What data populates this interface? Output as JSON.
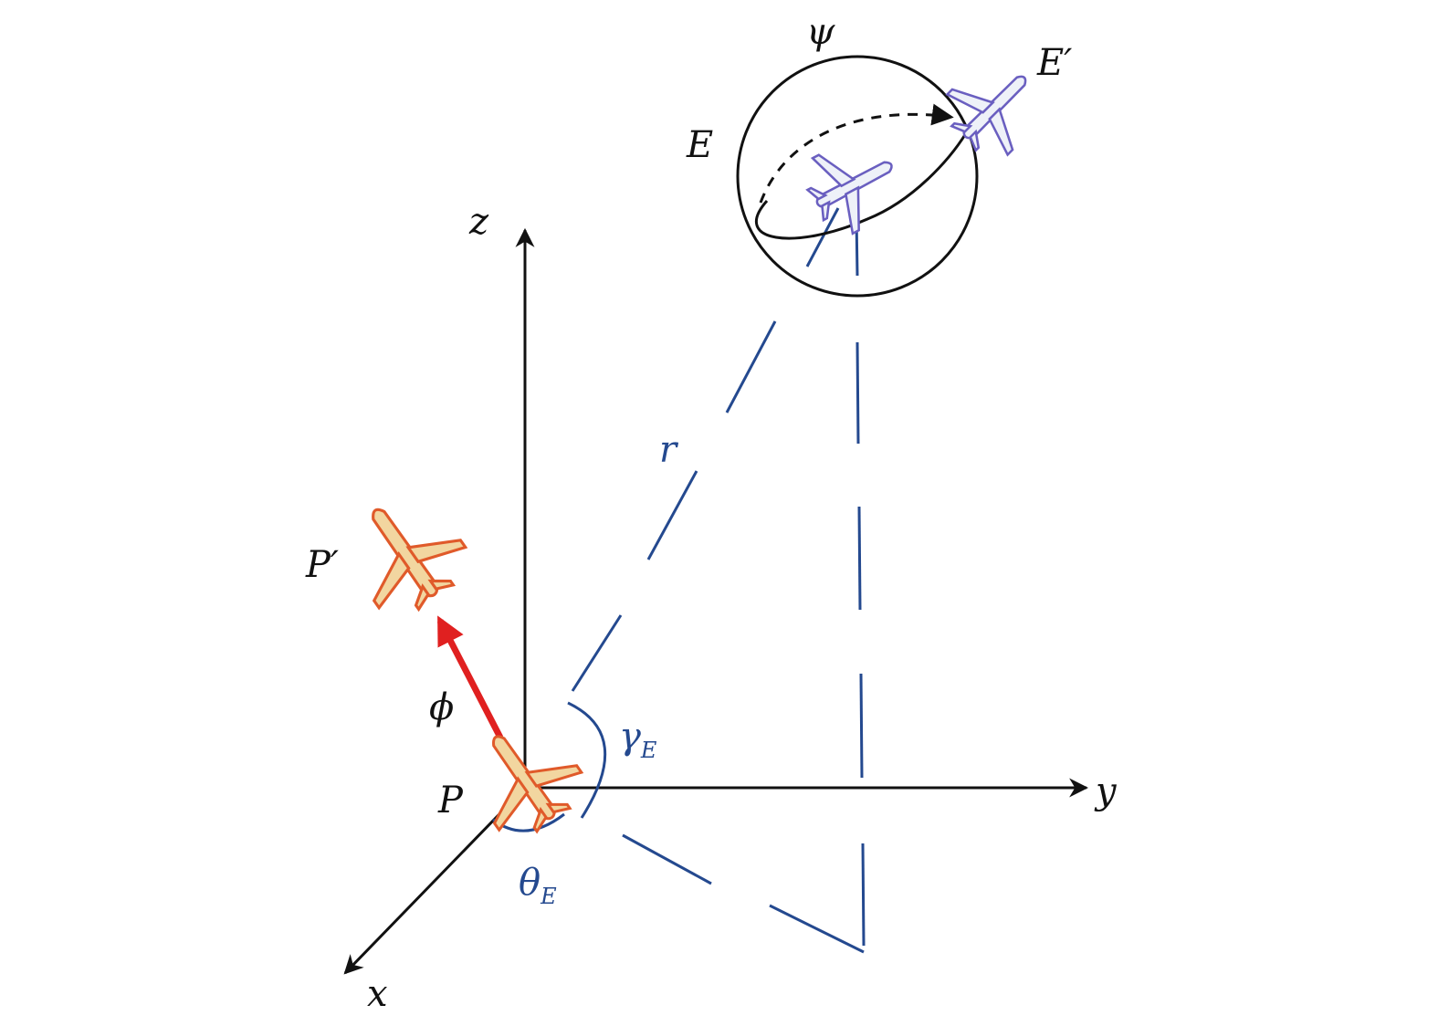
{
  "labels": {
    "z_axis": "z",
    "y_axis": "y",
    "x_axis": "x",
    "pursuer": "P",
    "pursuer_next": "P′",
    "evader": "E",
    "evader_next": "E′",
    "psi": "ψ",
    "phi": "ϕ",
    "range": "r",
    "gamma": "γ",
    "gamma_sub": "E",
    "theta": "θ",
    "theta_sub": "E"
  },
  "colors": {
    "axis": "#111111",
    "construction": "#24498f",
    "velocity_arrow": "#e02020",
    "pursuer_body": "#f2d6a0",
    "pursuer_trim": "#e05a2a",
    "evader_body": "#eef1f8",
    "evader_trim": "#6a5fc0"
  },
  "icons": {
    "pursuer": "airplane-icon",
    "evader": "airplane-icon"
  }
}
